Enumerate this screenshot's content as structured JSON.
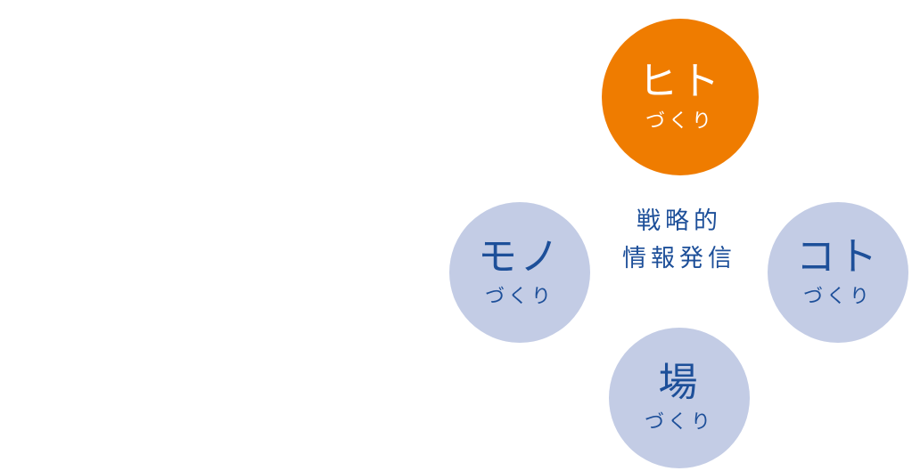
{
  "diagram": {
    "center": {
      "line1": "戦略的",
      "line2": "情報発信"
    },
    "nodes": [
      {
        "id": "hito",
        "main": "ヒト",
        "sub": "づくり",
        "state": "active",
        "color": "#ef7c00"
      },
      {
        "id": "mono",
        "main": "モノ",
        "sub": "づくり",
        "state": "inactive",
        "color": "#c3cce5"
      },
      {
        "id": "koto",
        "main": "コト",
        "sub": "づくり",
        "state": "inactive",
        "color": "#c3cce5"
      },
      {
        "id": "ba",
        "main": "場",
        "sub": "づくり",
        "state": "inactive",
        "color": "#c3cce5"
      }
    ]
  },
  "colors": {
    "text_blue": "#1d4f99",
    "active": "#ef7c00",
    "inactive": "#c3cce5"
  }
}
